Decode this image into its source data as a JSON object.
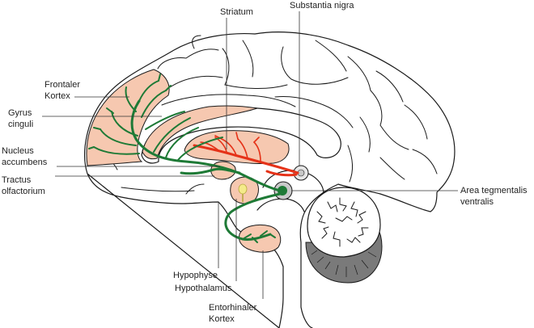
{
  "labels": {
    "striatum": "Striatum",
    "substantia_nigra": "Substantia nigra",
    "frontaler_kortex_1": "Frontaler",
    "frontaler_kortex_2": "Kortex",
    "gyrus_cinguli_1": "Gyrus",
    "gyrus_cinguli_2": "cinguli",
    "nucleus_accumbens_1": "Nucleus",
    "nucleus_accumbens_2": "accumbens",
    "tractus_olfactorium_1": "Tractus",
    "tractus_olfactorium_2": "olfactorium",
    "area_tegmentalis_1": "Area tegmentalis",
    "area_tegmentalis_2": "ventralis",
    "hypophyse": "Hypophyse",
    "hypothalamus": "Hypothalamus",
    "entorhinaler_kortex_1": "Entorhinaler",
    "entorhinaler_kortex_2": "Kortex"
  },
  "colors": {
    "mesocortical_pathway": "#1e7a36",
    "nigrostriatal_pathway": "#e53218",
    "target_region": "#f6c8b0",
    "cerebellum_dark": "#7a7a7a",
    "hypophysis": "#f4ea8a",
    "brainstem_nucleus": "#b8b8b8"
  }
}
